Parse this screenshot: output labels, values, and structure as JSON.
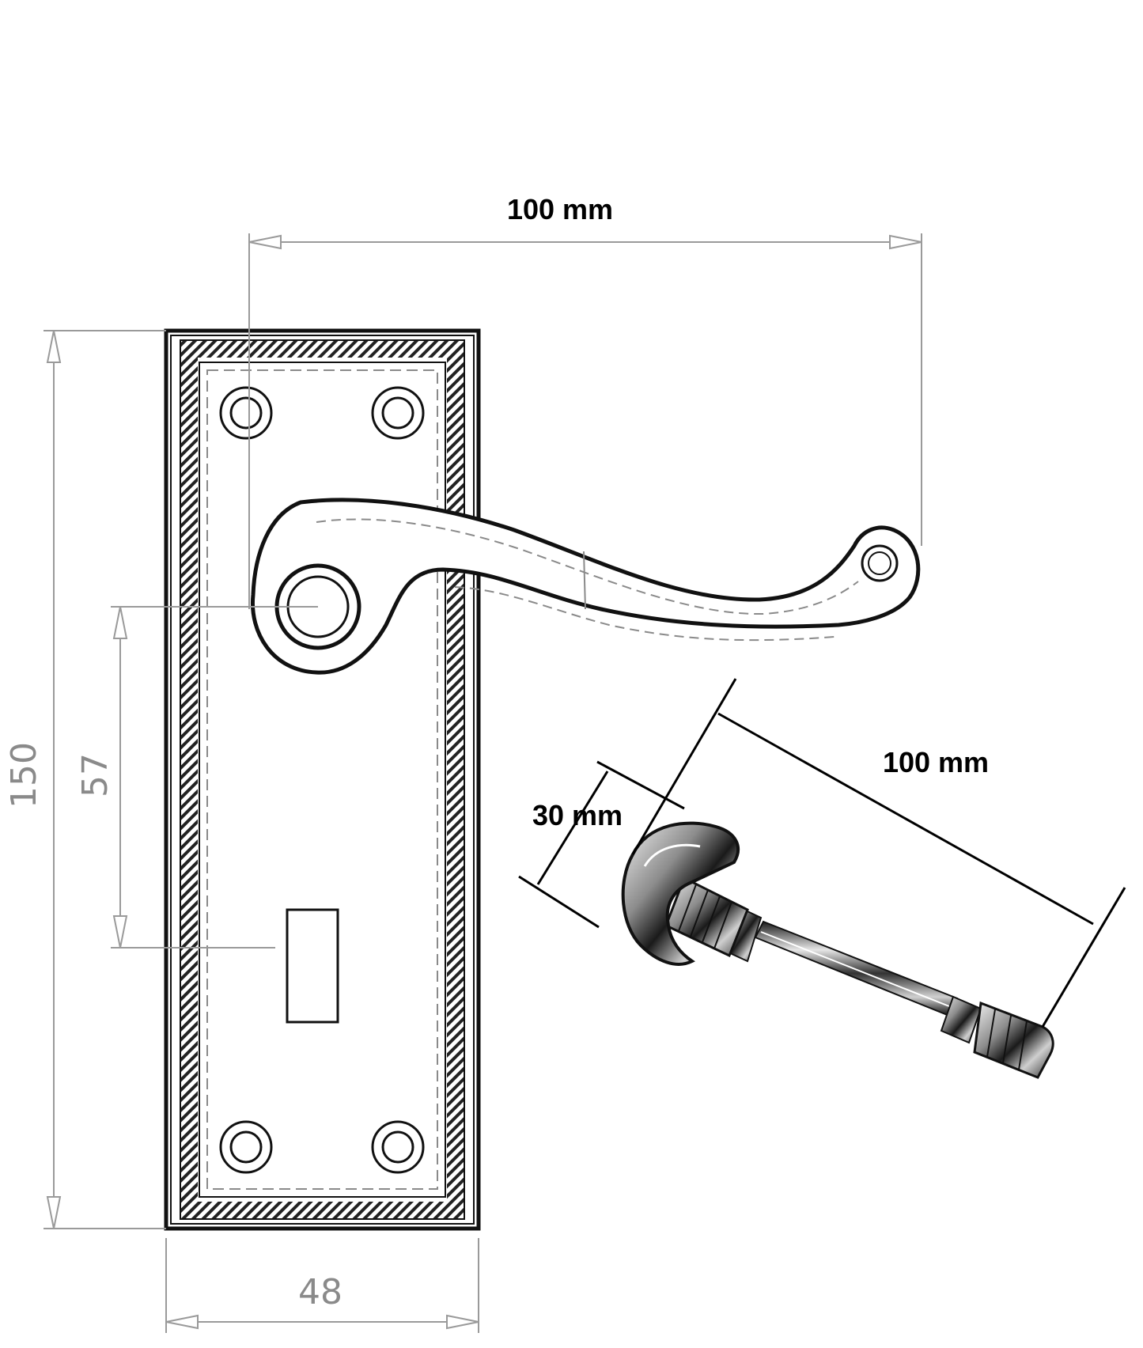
{
  "dimensions": {
    "handle_projection": "100 mm",
    "plate_height": "150",
    "lever_to_keyhole": "57",
    "plate_width": "48",
    "spindle_length": "100 mm",
    "turn_width": "30 mm"
  },
  "colors": {
    "line": "#111111",
    "dimension_line": "#9a9a9a",
    "label_grey": "#8a8a8a",
    "label_bold": "#000000",
    "chrome_dark": "#1a1a1a",
    "chrome_light": "#e6e6e6"
  }
}
